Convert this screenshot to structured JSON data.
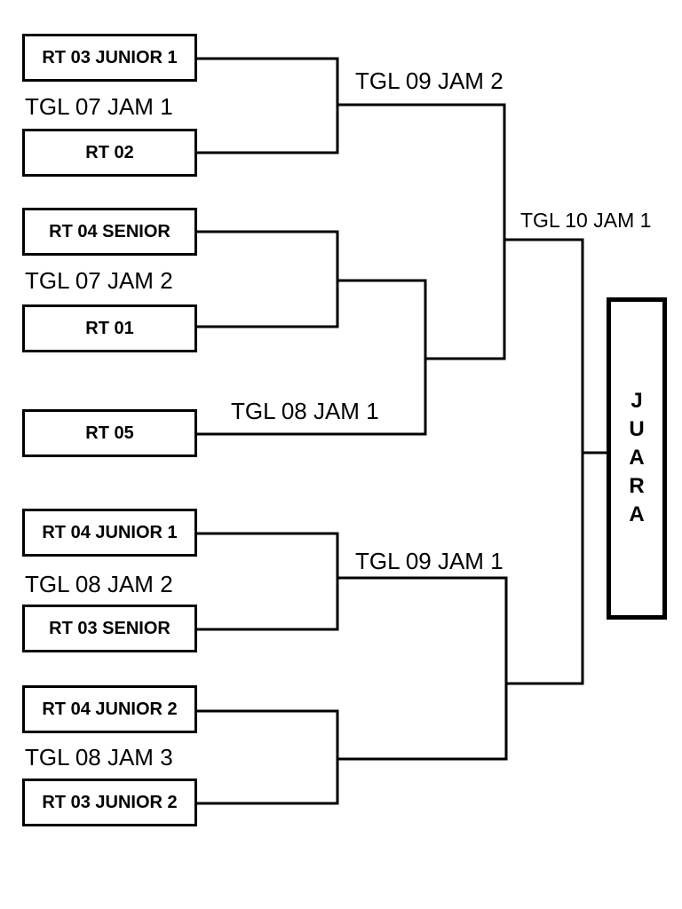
{
  "teams": [
    "RT 03 JUNIOR 1",
    "RT 02",
    "RT 04 SENIOR",
    "RT 01",
    "RT 05",
    "RT 04 JUNIOR 1",
    "RT 03 SENIOR",
    "RT 04 JUNIOR 2",
    "RT 03 JUNIOR 2"
  ],
  "match_labels": {
    "r1_a": "TGL 07 JAM 1",
    "r1_b": "TGL 07 JAM 2",
    "r1_c": "TGL 08 JAM 2",
    "r1_d": "TGL 08 JAM 3",
    "r2_a": "TGL 08 JAM 1",
    "r3_a": "TGL 09 JAM 2",
    "r3_b": "TGL 09 JAM 1",
    "final": "TGL 10 JAM 1"
  },
  "champion": {
    "letters": [
      "J",
      "U",
      "A",
      "R",
      "A"
    ]
  }
}
